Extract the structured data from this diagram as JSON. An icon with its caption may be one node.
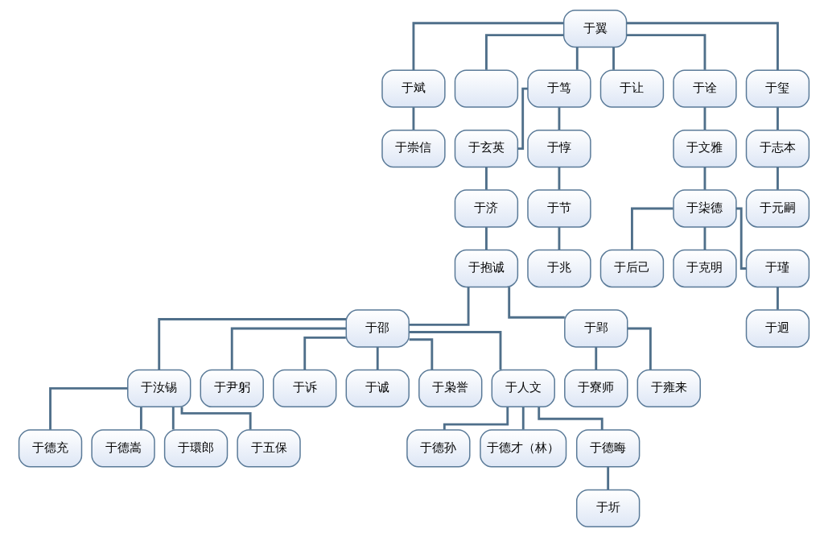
{
  "diagram": {
    "nodes": [
      {
        "text": [
          "于翼"
        ]
      },
      {
        "text": [
          "于斌"
        ]
      },
      {
        "text": [],
        "shape": "box"
      },
      {
        "text": [
          "于笃"
        ]
      },
      {
        "text": [
          "于让"
        ]
      },
      {
        "text": [
          "于诠"
        ]
      },
      {
        "text": [
          "于玺"
        ]
      },
      {
        "text": [
          "于崇信"
        ]
      },
      {
        "text": [
          "于玄英"
        ]
      },
      {
        "text": [
          "于惇"
        ]
      },
      {
        "text": [
          "于文雅"
        ]
      },
      {
        "text": [
          "于志本"
        ]
      },
      {
        "text": [
          "于济"
        ]
      },
      {
        "text": [
          "于节"
        ]
      },
      {
        "text": [
          "于柒德"
        ]
      },
      {
        "text": [
          "于元嗣"
        ]
      },
      {
        "text": [
          "于抱诚"
        ]
      },
      {
        "text": [
          "于兆"
        ]
      },
      {
        "text": [
          "于后己"
        ]
      },
      {
        "text": [
          "于克明"
        ]
      },
      {
        "text": [
          "于瑾"
        ]
      },
      {
        "text": [
          "于邵"
        ]
      },
      {
        "text": [
          "于郢"
        ]
      },
      {
        "text": [
          "于迥"
        ]
      },
      {
        "text": [
          "于汝锡"
        ]
      },
      {
        "text": [
          "于尹躬"
        ]
      },
      {
        "text": [
          "于诉"
        ]
      },
      {
        "text": [
          "于诚"
        ]
      },
      {
        "text": [
          "于枭誉"
        ]
      },
      {
        "text": [
          "于人文"
        ]
      },
      {
        "text": [
          "于寮师"
        ]
      },
      {
        "text": [
          "于雍来"
        ]
      },
      {
        "text": [
          "于德充"
        ]
      },
      {
        "text": [
          "于德嵩"
        ]
      },
      {
        "text": [
          "于環郎"
        ]
      },
      {
        "text": [
          "于五保"
        ]
      },
      {
        "text": [
          "于德孙"
        ]
      },
      {
        "text": [
          "于德才（林）"
        ]
      },
      {
        "text": [
          "于德晦"
        ]
      },
      {
        "text": [
          "于圻"
        ]
      }
    ],
    "edges": [
      {
        "from": 0,
        "to": 1,
        "arrow": "none"
      },
      {
        "from": 0,
        "to": 2,
        "arrow": "none"
      },
      {
        "from": 0,
        "to": 3,
        "arrow": "none"
      },
      {
        "from": 0,
        "to": 4,
        "arrow": "none"
      },
      {
        "from": 0,
        "to": 5,
        "arrow": "none"
      },
      {
        "from": 0,
        "to": 6,
        "arrow": "none"
      },
      {
        "from": 1,
        "to": 7,
        "arrow": "none"
      },
      {
        "from": 3,
        "to": 8,
        "arrow": "none"
      },
      {
        "from": 3,
        "to": 9,
        "arrow": "none"
      },
      {
        "from": 5,
        "to": 10,
        "arrow": "none"
      },
      {
        "from": 6,
        "to": 11,
        "arrow": "none"
      },
      {
        "from": 8,
        "to": 12,
        "arrow": "none"
      },
      {
        "from": 9,
        "to": 13,
        "arrow": "none"
      },
      {
        "from": 10,
        "to": 14,
        "arrow": "none"
      },
      {
        "from": 11,
        "to": 15,
        "arrow": "none"
      },
      {
        "from": 12,
        "to": 16,
        "arrow": "none"
      },
      {
        "from": 13,
        "to": 17,
        "arrow": "none"
      },
      {
        "from": 14,
        "to": 18,
        "arrow": "none"
      },
      {
        "from": 14,
        "to": 19,
        "arrow": "none"
      },
      {
        "from": 14,
        "to": 20,
        "arrow": "none"
      },
      {
        "from": 16,
        "to": 21,
        "arrow": "none"
      },
      {
        "from": 16,
        "to": 22,
        "arrow": "none"
      },
      {
        "from": 20,
        "to": 23,
        "arrow": "none"
      },
      {
        "from": 21,
        "to": 24,
        "arrow": "none"
      },
      {
        "from": 21,
        "to": 25,
        "arrow": "none"
      },
      {
        "from": 21,
        "to": 26,
        "arrow": "none"
      },
      {
        "from": 21,
        "to": 27,
        "arrow": "none"
      },
      {
        "from": 21,
        "to": 28,
        "arrow": "none"
      },
      {
        "from": 21,
        "to": 29,
        "arrow": "none"
      },
      {
        "from": 22,
        "to": 30,
        "arrow": "none"
      },
      {
        "from": 22,
        "to": 31,
        "arrow": "none"
      },
      {
        "from": 24,
        "to": 32,
        "arrow": "none"
      },
      {
        "from": 24,
        "to": 33,
        "arrow": "none"
      },
      {
        "from": 24,
        "to": 34,
        "arrow": "none"
      },
      {
        "from": 24,
        "to": 35,
        "arrow": "none"
      },
      {
        "from": 29,
        "to": 36,
        "arrow": "none"
      },
      {
        "from": 29,
        "to": 37,
        "arrow": "none"
      },
      {
        "from": 29,
        "to": 38,
        "arrow": "none"
      },
      {
        "from": 38,
        "to": 39,
        "arrow": "none"
      }
    ]
  }
}
